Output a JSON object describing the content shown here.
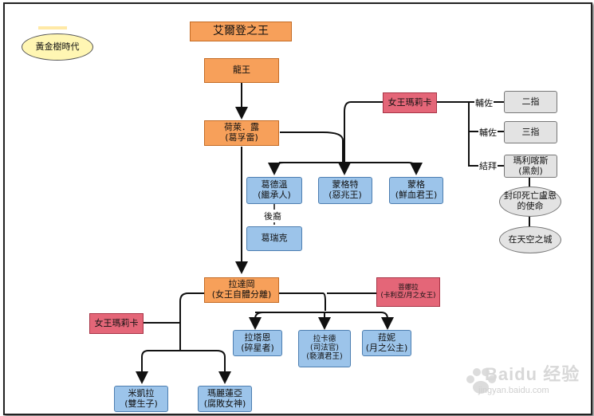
{
  "era": "黃金樹時代",
  "nodes": {
    "elden_king": "艾爾登之王",
    "dragon_king": "龍王",
    "godfrey": [
      "荷萊．露",
      "(葛孚雷)"
    ],
    "queen_marika_top": "女王瑪莉卡",
    "godwyn_line1": "葛德溫",
    "godwyn_line2": "(繼承人)",
    "morgott": [
      "蒙格特",
      "(惡兆王)"
    ],
    "mohg": [
      "蒙格",
      "(鮮血君王)"
    ],
    "godrick": "葛瑞克",
    "finger1": "二指",
    "finger2": "三指",
    "maliketh": [
      "瑪利喀斯",
      "(黑劍)"
    ],
    "sealed_duty": [
      "封印死亡盧恩",
      "的使命"
    ],
    "sky_city": "在天空之城",
    "radagon": [
      "拉達岡",
      "(女王自體分離)"
    ],
    "rennala": [
      "菩娜拉",
      "(卡利亞/月之女王)"
    ],
    "queen_marika_left": "女王瑪莉卡",
    "radahn": [
      "拉塔恩",
      "(碎星者)"
    ],
    "rykard": [
      "拉卡德",
      "(司法官)",
      "(褻瀆君王)"
    ],
    "ranni": [
      "菈妮",
      "(月之公主)"
    ],
    "miquella": [
      "米凱拉",
      "(雙生子)"
    ],
    "malenia": [
      "瑪麗蓮亞",
      "(腐敗女神)"
    ]
  },
  "edge_labels": {
    "assist1": "輔佐",
    "assist2": "輔佐",
    "sworn": "結拜",
    "descendant": "後裔"
  },
  "watermark": {
    "brand": "Baidu 经验",
    "url": "jingyan.baidu.com"
  }
}
